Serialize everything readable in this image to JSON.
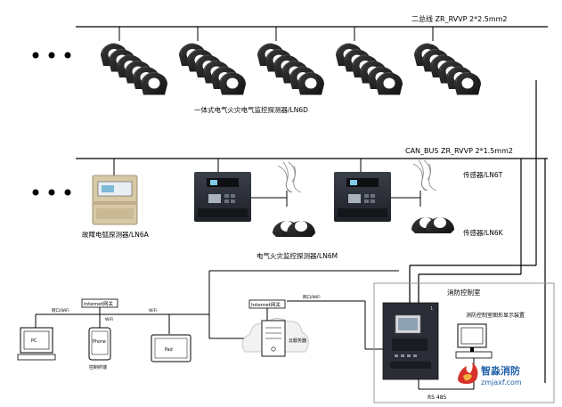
{
  "bus": {
    "top_label": "二总线 ZR_RVVP 2*2.5mm2",
    "can_label": "CAN_BUS ZR_RVVP 2*1.5mm2"
  },
  "labels": {
    "ln6d": "一体式电气火灾电气监控探测器/LN6D",
    "ln6a": "故障电弧探测器/LN6A",
    "ln6m": "电气火灾监控探测器/LN6M",
    "ln6t": "传感器/LN6T",
    "ln6k": "传感器/LN6K"
  },
  "network": {
    "gateway_left": "Internet网关",
    "gateway_mid": "Internet网关",
    "wifi_1": "网口/WiFi",
    "wifi_2": "WiFi",
    "wifi_3": "WiFi",
    "wifi_4": "网口/WiFi",
    "pc": "PC",
    "phone": "Phone",
    "pad": "Pad",
    "terminal_caption": "控制终端",
    "server": "云服务器"
  },
  "control_room": {
    "title": "消防控制室",
    "display_device": "消防控制室图形显示装置",
    "rs485": "RS 485",
    "cabinet_label": "1"
  },
  "logo": {
    "name": "智淼消防",
    "url": "zmjaxf.com"
  },
  "colors": {
    "line": "#000000",
    "device_dark": "#2a2d35",
    "ct_dark": "#1c1c1c",
    "module_body": "#d8c9a6",
    "logo_red": "#d6322b",
    "logo_blue": "#1f5fa8"
  }
}
